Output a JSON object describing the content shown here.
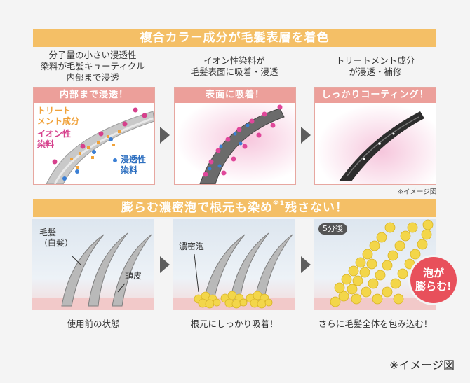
{
  "section1": {
    "title": "複合カラー成分が毛髪表層を着色",
    "steps": [
      {
        "desc": [
          "分子量の小さい浸透性",
          "染料が毛髪キューティクル",
          "内部まで浸透"
        ],
        "heading": "内部まで浸透！",
        "labels": {
          "treatment": [
            "トリート",
            "メント成分"
          ],
          "ion": [
            "イオン性",
            "染料"
          ],
          "penetrating": [
            "浸透性",
            "染料"
          ]
        }
      },
      {
        "desc": [
          "イオン性染料が",
          "毛髪表面に吸着・浸透"
        ],
        "heading": "表面に吸着！"
      },
      {
        "desc": [
          "トリートメント成分",
          "が浸透・補修"
        ],
        "heading": "しっかりコーティング！"
      }
    ],
    "image_note": "※イメージ図"
  },
  "section2": {
    "title": "膨らむ濃密泡で根元も染め",
    "title_sup": "※1",
    "title_tail": "残さない！",
    "steps": [
      {
        "labels": {
          "hair": [
            "毛髪",
            "（白髪）"
          ],
          "scalp": "頭皮"
        },
        "caption": "使用前の状態"
      },
      {
        "labels": {
          "foam": "濃密泡"
        },
        "caption": "根元にしっかり吸着！"
      },
      {
        "badge": "5分後",
        "burst": [
          "泡が",
          "膨らむ!"
        ],
        "caption": "さらに毛髪全体を包み込む！"
      }
    ]
  },
  "footer_note": "※イメージ図",
  "colors": {
    "banner": "#f4bf66",
    "panel_head": "#ec9f9a",
    "foam": "#f3d64a",
    "burst": "#e8505b",
    "arrow": "#5e5e5e"
  }
}
